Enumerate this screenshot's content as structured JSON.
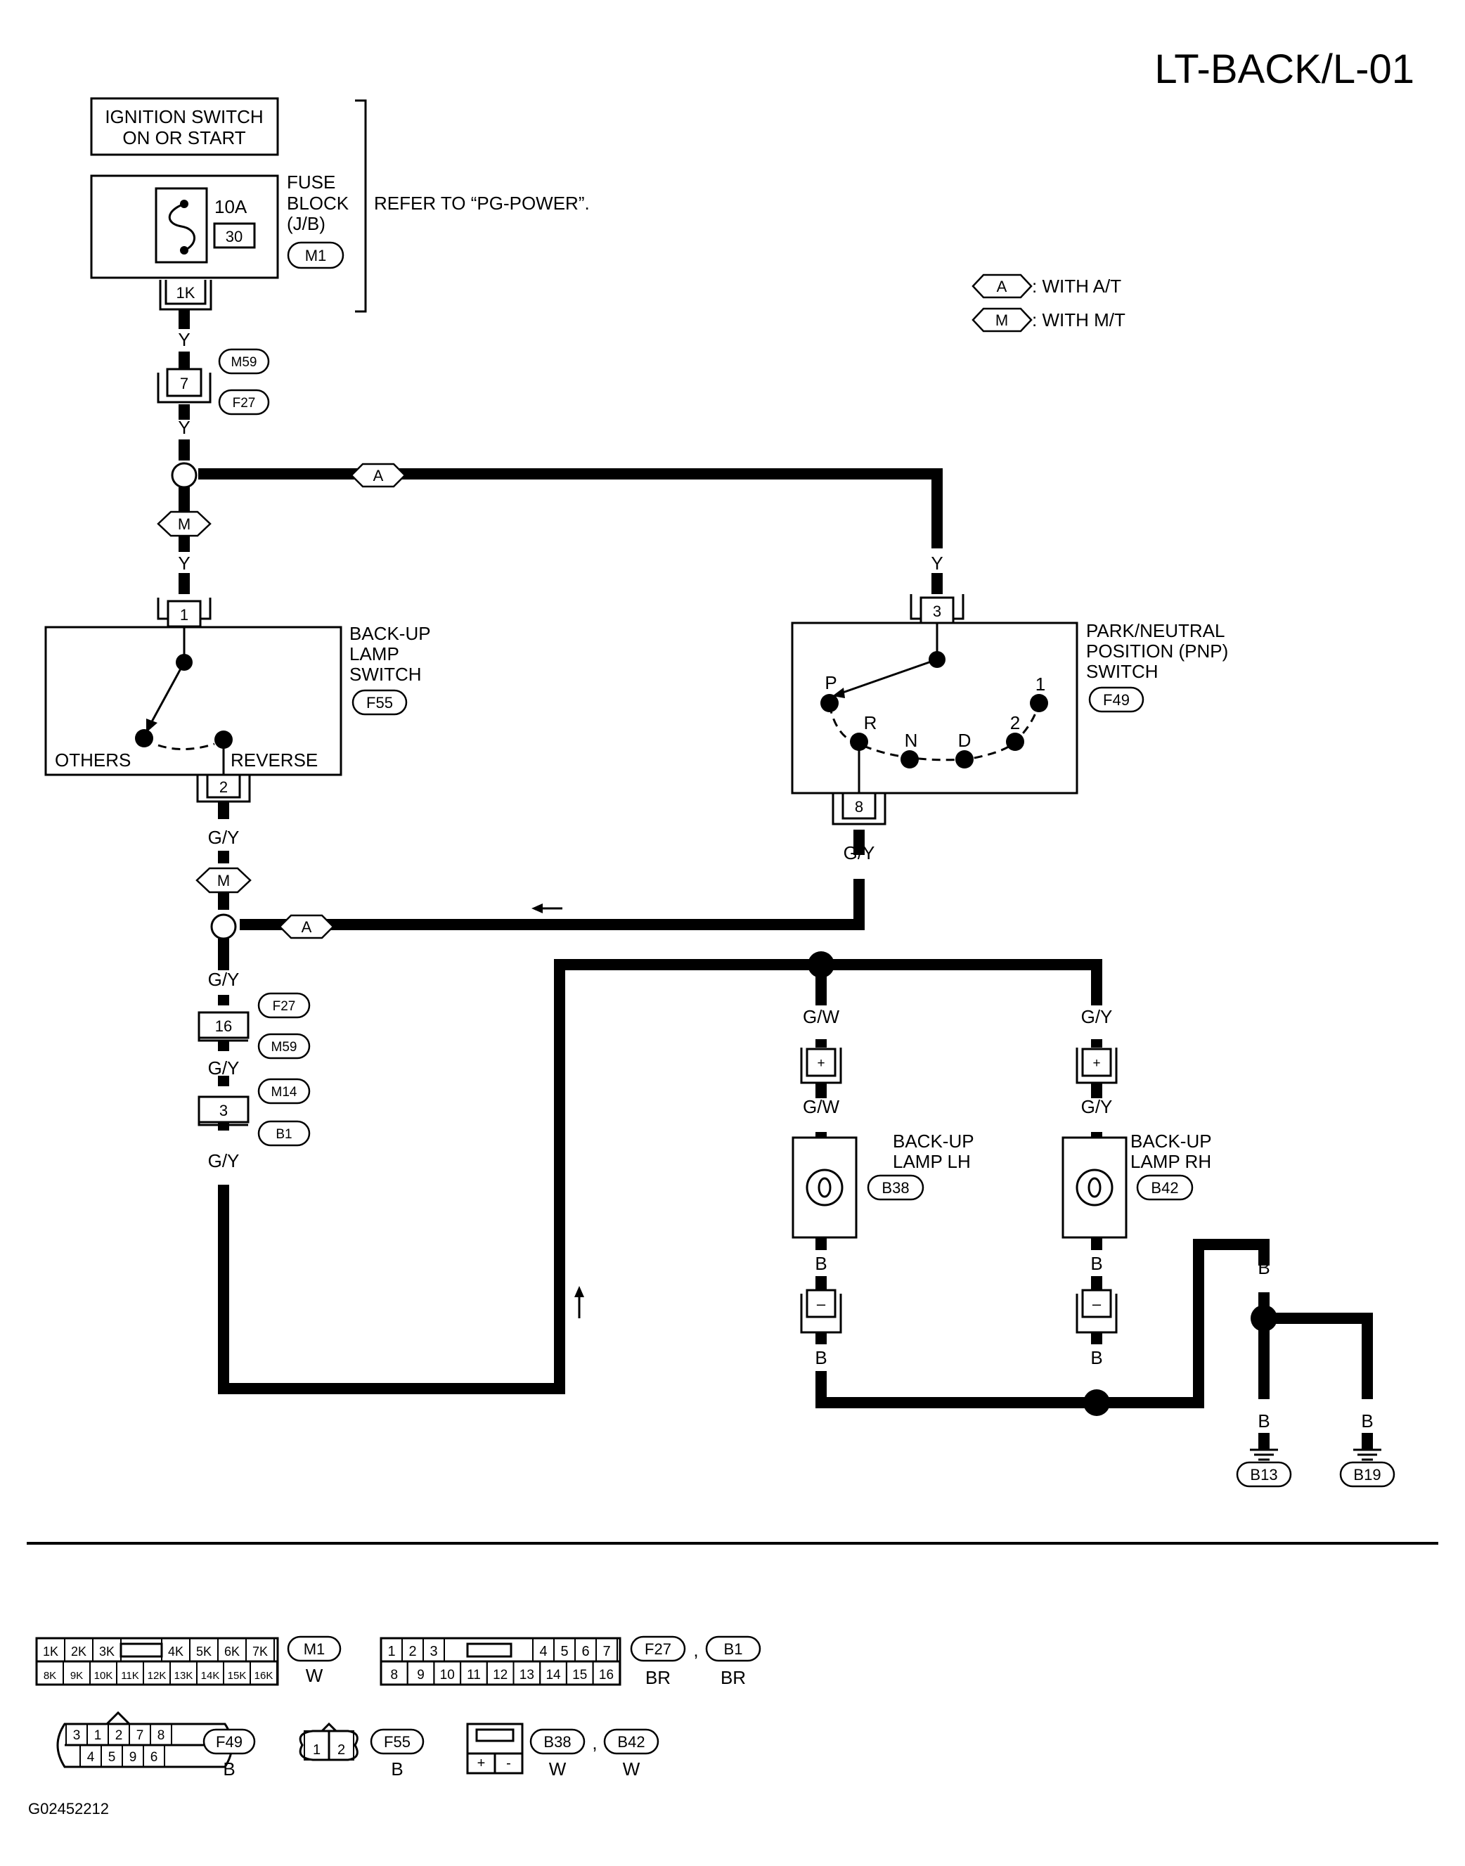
{
  "title": "LT-BACK/L-01",
  "figure_id": "G02452212",
  "ignition": {
    "line1": "IGNITION SWITCH",
    "line2": "ON OR START"
  },
  "fuse_block": {
    "amp": "10A",
    "number": "30",
    "l1": "FUSE",
    "l2": "BLOCK",
    "l3": "(J/B)",
    "conn": "M1",
    "pin": "1K"
  },
  "refer_note": "REFER TO “PG-POWER”.",
  "legend": [
    {
      "code": "A",
      "label": ": WITH A/T"
    },
    {
      "code": "M",
      "label": ": WITH M/T"
    }
  ],
  "joint1": {
    "pin": "7",
    "conn_a": "M59",
    "conn_b": "F27"
  },
  "colors": {
    "y": "Y",
    "gy": "G/Y",
    "gw": "G/W",
    "b": "B"
  },
  "backup_switch": {
    "l1": "BACK-UP",
    "l2": "LAMP",
    "l3": "SWITCH",
    "conn": "F55",
    "pin_in": "1",
    "pin_out": "2",
    "others": "OTHERS",
    "reverse": "REVERSE"
  },
  "pnp_switch": {
    "l1": "PARK/NEUTRAL",
    "l2": "POSITION (PNP)",
    "l3": "SWITCH",
    "conn": "F49",
    "pin_in": "3",
    "pin_out": "8",
    "positions": [
      "P",
      "R",
      "N",
      "D",
      "2",
      "1"
    ]
  },
  "joint2": {
    "pin": "16",
    "conn_a": "F27",
    "conn_b": "M59"
  },
  "joint3": {
    "pin": "3",
    "conn_a": "M14",
    "conn_b": "B1"
  },
  "lamp_lh": {
    "l1": "BACK-UP",
    "l2": "LAMP LH",
    "conn": "B38"
  },
  "lamp_rh": {
    "l1": "BACK-UP",
    "l2": "LAMP RH",
    "conn": "B42"
  },
  "terminals": {
    "plus": "+",
    "minus": "–"
  },
  "grounds": [
    "B13",
    "B19"
  ],
  "connector_views": {
    "m1": {
      "id": "M1",
      "color": "W",
      "row1": [
        "1K",
        "2K",
        "3K",
        "4K",
        "5K",
        "6K",
        "7K"
      ],
      "row2": [
        "8K",
        "9K",
        "10K",
        "11K",
        "12K",
        "13K",
        "14K",
        "15K",
        "16K"
      ]
    },
    "f27b1": {
      "id_a": "F27",
      "id_b": "B1",
      "color_a": "BR",
      "color_b": "BR",
      "sep": ",",
      "row1": [
        "1",
        "2",
        "3",
        "4",
        "5",
        "6",
        "7"
      ],
      "row2": [
        "8",
        "9",
        "10",
        "11",
        "12",
        "13",
        "14",
        "15",
        "16"
      ]
    },
    "f49": {
      "id": "F49",
      "color": "B",
      "row1": [
        "3",
        "1",
        "2",
        "7",
        "8"
      ],
      "row2": [
        "4",
        "5",
        "9",
        "6"
      ]
    },
    "f55": {
      "id": "F55",
      "color": "B",
      "pins": [
        "1",
        "2"
      ]
    },
    "b38b42": {
      "id_a": "B38",
      "id_b": "B42",
      "color_a": "W",
      "color_b": "W",
      "sep": ",",
      "pins": [
        "+",
        "-"
      ]
    }
  }
}
